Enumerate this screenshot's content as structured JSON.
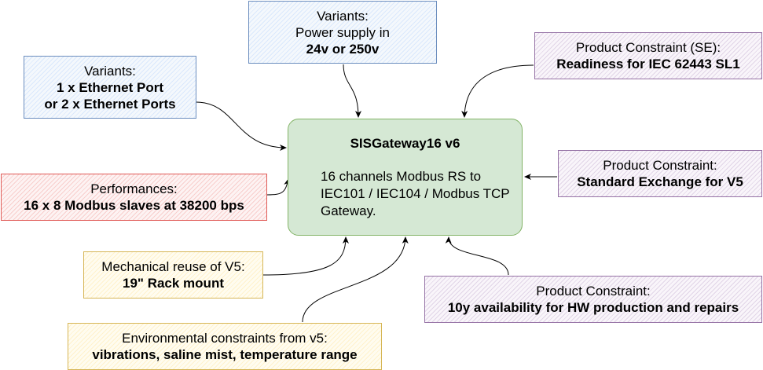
{
  "center": {
    "title": "SISGateway16 v6",
    "description": "16 channels Modbus RS to\nIEC101 / IEC104 / Modbus TCP\nGateway."
  },
  "boxes": {
    "variants_ethernet": {
      "line1": "Variants:",
      "line2": "1 x Ethernet Port",
      "line3": "or 2 x Ethernet Ports"
    },
    "variants_power": {
      "line1": "Variants:",
      "line2": "Power supply in",
      "line3": "24v or 250v"
    },
    "constraint_iec": {
      "line1": "Product Constraint (SE):",
      "line2": "Readiness for IEC 62443 SL1"
    },
    "constraint_exchange": {
      "line1": "Product Constraint:",
      "line2": "Standard Exchange for V5"
    },
    "performances": {
      "line1": "Performances:",
      "line2": "16 x 8 Modbus slaves at 38200 bps"
    },
    "mechanical": {
      "line1": "Mechanical reuse of V5:",
      "line2": "19\" Rack mount"
    },
    "availability": {
      "line1": "Product Constraint:",
      "line2": "10y availability for HW production and repairs"
    },
    "environmental": {
      "line1": "Environmental constraints from v5:",
      "line2": "vibrations, saline mist, temperature range"
    }
  },
  "colors": {
    "blue_border": "#6c8ebf",
    "purple_border": "#9673a6",
    "red_border": "#e05a56",
    "yellow_border": "#d6b656",
    "center_fill": "#d5e8d4",
    "center_border": "#82b366"
  }
}
